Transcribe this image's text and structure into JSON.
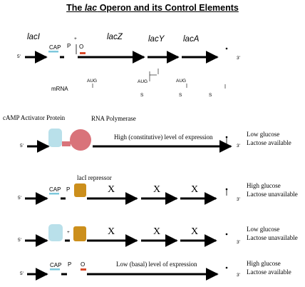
{
  "title": {
    "prefix": "The ",
    "gene": "lac",
    "suffix": " Operon and its Control Elements"
  },
  "genes": {
    "laci": "lacI",
    "lacz": "lacZ",
    "lacy": "lacY",
    "laca": "lacA"
  },
  "elements": {
    "cap": "CAP",
    "promoter": "P",
    "operator": "O",
    "plus_sign": "+"
  },
  "strand": {
    "five_prime": "5'",
    "three_prime": "3'"
  },
  "mrna": {
    "label": "mRNA",
    "aug": "AUG",
    "stop": "S"
  },
  "scenarios": [
    {
      "protein_left": "cAMP Activator Protein",
      "protein_right": "RNA Polymerase",
      "expression": "High (constitutive) level of expression",
      "glucose": "Low glucose",
      "lactose": "Lactose available"
    },
    {
      "protein_left": "lacI repressor",
      "block": "X",
      "glucose": "High glucose",
      "lactose": "Lactose unavailable"
    },
    {
      "block": "X",
      "glucose": "Low glucose",
      "lactose": "Lactose unavailable"
    },
    {
      "expression": "Low (basal) level of expression",
      "glucose": "High glucose",
      "lactose": "Lactose available"
    }
  ],
  "colors": {
    "cap_site": "#7ec8dc",
    "operator": "#d94a2a",
    "cap_protein": "#b9e0ea",
    "rna_polymerase": "#d9737a",
    "repressor": "#cc8f1c"
  }
}
